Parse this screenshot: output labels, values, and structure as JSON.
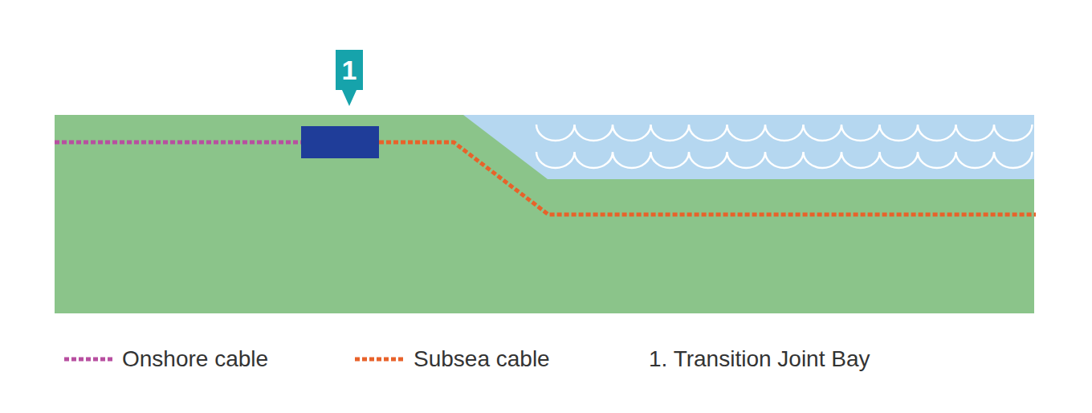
{
  "diagram": {
    "nodes": [
      {
        "text": [
          "1"
        ]
      }
    ],
    "legend": [
      {
        "text": "Onshore cable"
      },
      {
        "text": "Subsea cable"
      },
      {
        "text": "1. Transition Joint Bay"
      }
    ]
  }
}
